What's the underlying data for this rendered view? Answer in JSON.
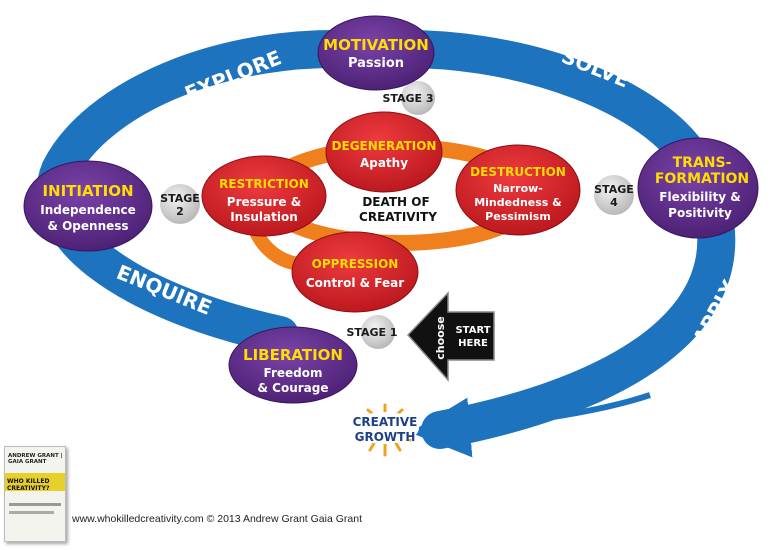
{
  "loop_labels": {
    "explore": "EXPLORE",
    "solve": "SOLVE",
    "enquire": "ENQUIRE",
    "apply": "APPLY"
  },
  "outer_stages": {
    "motivation": {
      "title": "MOTIVATION",
      "sub": "Passion"
    },
    "initiation": {
      "title": "INITIATION",
      "sub1": "Independence",
      "sub2": "& Openness"
    },
    "transformation": {
      "title1": "TRANS-",
      "title2": "FORMATION",
      "sub1": "Flexibility &",
      "sub2": "Positivity"
    },
    "liberation": {
      "title": "LIBERATION",
      "sub1": "Freedom",
      "sub2": "& Courage"
    }
  },
  "inner_stages": {
    "degeneration": {
      "title": "DEGENERATION",
      "sub": "Apathy"
    },
    "restriction": {
      "title": "RESTRICTION",
      "sub1": "Pressure &",
      "sub2": "Insulation"
    },
    "destruction": {
      "title": "DESTRUCTION",
      "sub1": "Narrow-",
      "sub2": "Mindedness &",
      "sub3": "Pessimism"
    },
    "oppression": {
      "title": "OPPRESSION",
      "sub": "Control & Fear"
    }
  },
  "stage_markers": {
    "stage1": "STAGE 1",
    "stage2_a": "STAGE",
    "stage2_b": "2",
    "stage3": "STAGE 3",
    "stage4_a": "STAGE",
    "stage4_b": "4"
  },
  "center": {
    "line1": "DEATH OF",
    "line2": "CREATIVITY"
  },
  "arrow": {
    "choose": "choose",
    "start1": "START",
    "start2": "HERE"
  },
  "growth": {
    "line1": "CREATIVE",
    "line2": "GROWTH"
  },
  "book": {
    "line1": "ANDREW GRANT | GAIA GRANT",
    "title": "WHO KILLED CREATIVITY?"
  },
  "footer": "www.whokilledcreativity.com © 2013 Andrew Grant Gaia Grant",
  "colors": {
    "blue": "#1e73be",
    "purple": "#5b2a86",
    "red": "#d9242b",
    "orange": "#f07f1e",
    "yellow": "#ffdd00"
  }
}
